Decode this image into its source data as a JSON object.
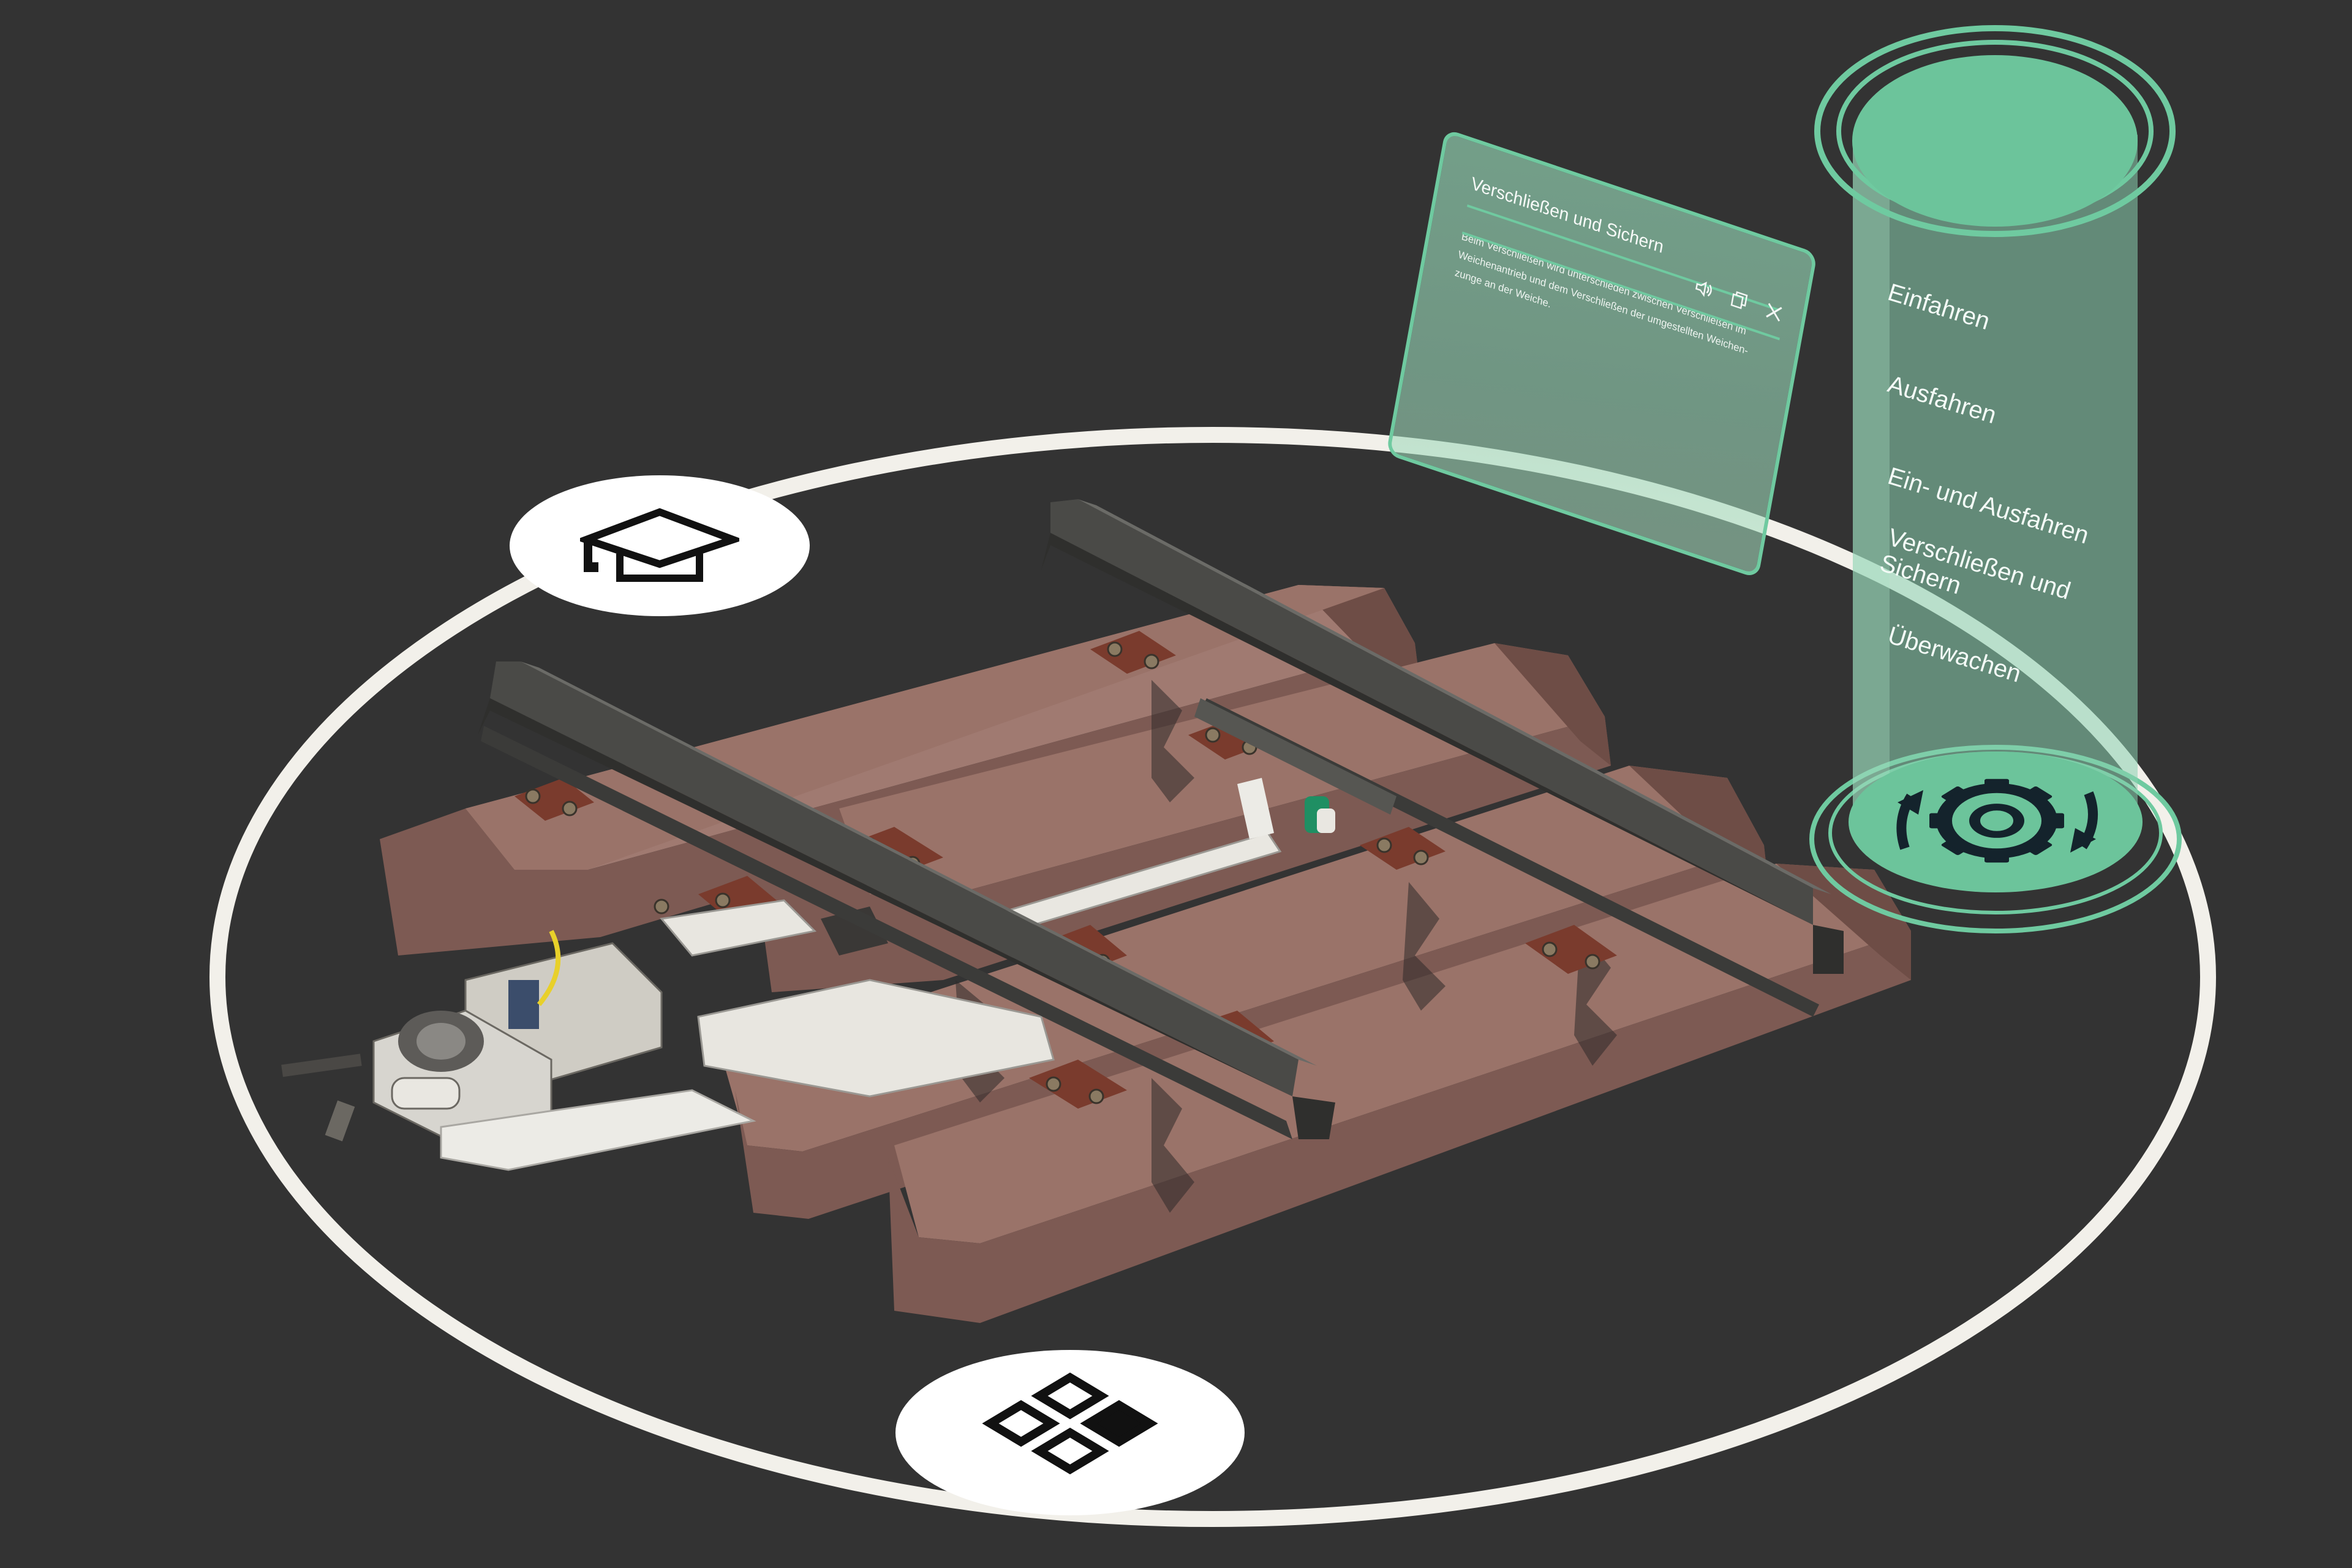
{
  "colors": {
    "background": "#333333",
    "ring": "#f2f0ea",
    "accent_green": "#6fcaa0",
    "sleeper": "#8f6a62",
    "rail": "#3d3d3b"
  },
  "menu": {
    "learn_icon": "graduation-cap-icon",
    "apps_icon": "app-grid-icon"
  },
  "info_panel": {
    "title": "Verschließen und Sichern",
    "body": "Beim Verschließen wird unterschieden zwischen Verschließen im Weichenantrieb und dem Verschließen der umgestellten Weichen-zunge an der Weiche.",
    "icons": [
      "speaker-icon",
      "copy-icon",
      "close-icon"
    ]
  },
  "cylinder_menu": {
    "items": [
      {
        "label": "Einfahren"
      },
      {
        "label": "Ausfahren"
      },
      {
        "label": "Ein- und Ausfahren"
      },
      {
        "label": "Verschließen und Sichern"
      },
      {
        "label": "Überwachen"
      }
    ],
    "gear_icon": "gear-rotate-icon"
  }
}
